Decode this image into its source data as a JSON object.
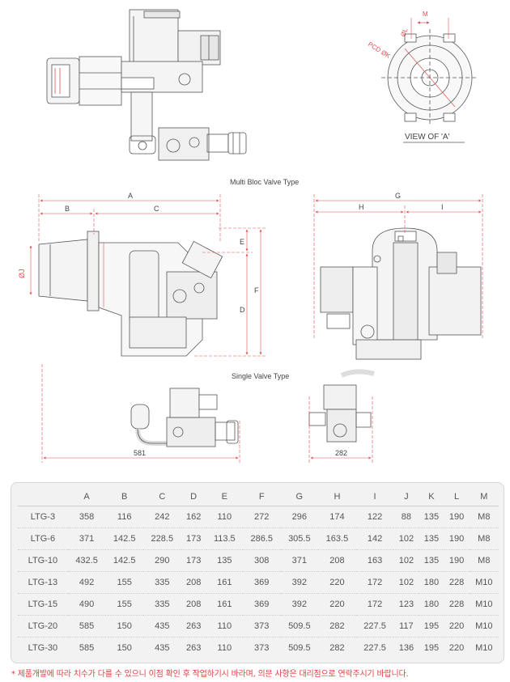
{
  "labels": {
    "view_a": "VIEW OF 'A'",
    "multi_bloc": "Multi Bloc Valve Type",
    "single_valve": "Single Valve Type",
    "dim_a": "A",
    "dim_b": "B",
    "dim_c": "C",
    "dim_d": "D",
    "dim_e": "E",
    "dim_f": "F",
    "dim_g": "G",
    "dim_h": "H",
    "dim_i": "I",
    "dim_j": "ØJ",
    "dim_k": "PCD ØK",
    "dim_l": "ØL",
    "dim_m": "M",
    "dim_581": "581",
    "dim_282": "282"
  },
  "table": {
    "headers": [
      "",
      "A",
      "B",
      "C",
      "D",
      "E",
      "F",
      "G",
      "H",
      "I",
      "J",
      "K",
      "L",
      "M"
    ],
    "rows": [
      [
        "LTG-3",
        "358",
        "116",
        "242",
        "162",
        "110",
        "272",
        "296",
        "174",
        "122",
        "88",
        "135",
        "190",
        "M8"
      ],
      [
        "LTG-6",
        "371",
        "142.5",
        "228.5",
        "173",
        "113.5",
        "286.5",
        "305.5",
        "163.5",
        "142",
        "102",
        "135",
        "190",
        "M8"
      ],
      [
        "LTG-10",
        "432.5",
        "142.5",
        "290",
        "173",
        "135",
        "308",
        "371",
        "208",
        "163",
        "102",
        "135",
        "190",
        "M8"
      ],
      [
        "LTG-13",
        "492",
        "155",
        "335",
        "208",
        "161",
        "369",
        "392",
        "220",
        "172",
        "102",
        "180",
        "228",
        "M10"
      ],
      [
        "LTG-15",
        "490",
        "155",
        "335",
        "208",
        "161",
        "369",
        "392",
        "220",
        "172",
        "123",
        "180",
        "228",
        "M10"
      ],
      [
        "LTG-20",
        "585",
        "150",
        "435",
        "263",
        "110",
        "373",
        "509.5",
        "282",
        "227.5",
        "117",
        "195",
        "220",
        "M10"
      ],
      [
        "LTG-30",
        "585",
        "150",
        "435",
        "263",
        "110",
        "373",
        "509.5",
        "282",
        "227.5",
        "136",
        "195",
        "220",
        "M10"
      ]
    ]
  },
  "note": "* 제품개발에 따라 치수가 다를 수 있으니 이점 확인 후 작업하기시 바라며, 의문 사항은 대리점으로 연락주시기 바랍니다."
}
